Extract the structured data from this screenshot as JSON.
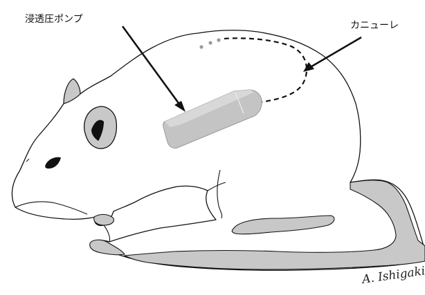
{
  "labels": {
    "pump": "浸透圧ポンプ",
    "cannula": "カニューレ"
  },
  "signature": "A. Ishigaki",
  "colors": {
    "outline": "#111111",
    "fill_light": "#c8c8c8",
    "pump_fill": "#c4c4c4",
    "dots": "#9a9a9a"
  }
}
